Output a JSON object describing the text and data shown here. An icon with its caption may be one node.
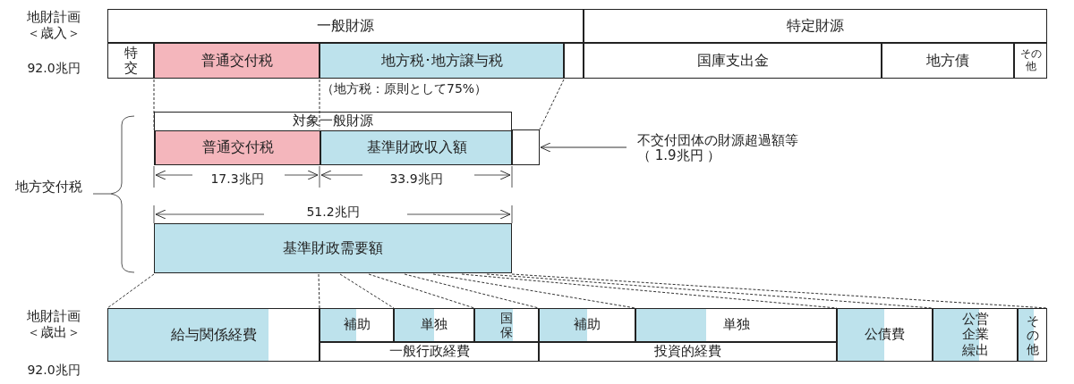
{
  "diagram": {
    "nodes": [
      {
        "text": [
          "一般財源"
        ]
      },
      {
        "text": [
          "特定財源"
        ]
      },
      {
        "text": [
          "特交"
        ]
      },
      {
        "text": [
          "普通交付税"
        ]
      },
      {
        "text": [
          "地方税･地方譲与税"
        ],
        "beside": [
          "（地方税：原則として75%）"
        ]
      },
      {
        "text": [],
        "shape": "box"
      },
      {
        "text": [
          "国庫支出金"
        ]
      },
      {
        "text": [
          "地方債"
        ]
      },
      {
        "text": [
          "その他"
        ]
      },
      {
        "text": [
          "対象一般財源"
        ]
      },
      {
        "text": [
          "普通交付税"
        ],
        "in": 9
      },
      {
        "text": [
          "基準財政収入額"
        ],
        "in": 9
      },
      {
        "text": [],
        "shape": "box"
      },
      {
        "text": [
          "不交付団体の財源超過額等（ 1.9兆円 ）"
        ]
      },
      {
        "text": [
          "基準財政需要額"
        ]
      },
      {
        "text": [
          "給与関係経費"
        ]
      },
      {
        "text": [
          "補助"
        ]
      },
      {
        "text": [
          "単独"
        ]
      },
      {
        "text": [
          "国保"
        ]
      },
      {
        "text": [
          "補助"
        ]
      },
      {
        "text": [
          "単独"
        ]
      },
      {
        "text": [
          "公債費"
        ]
      },
      {
        "text": [
          "公営企業繰出"
        ]
      },
      {
        "text": [
          "その他"
        ]
      },
      {
        "text": [
          "一般行政経費"
        ]
      },
      {
        "text": [
          "投資的経費"
        ]
      }
    ],
    "edges": [
      {
        "from": 3,
        "to": 10,
        "arrow": "none",
        "style": "dashed"
      },
      {
        "from": 4,
        "to": 11,
        "arrow": "none",
        "style": "dashed"
      },
      {
        "from": 4,
        "to": 12,
        "arrow": "none",
        "style": "dashed"
      },
      {
        "from": 13,
        "to": 12,
        "arrow": "to"
      },
      {
        "from": 14,
        "to": 15,
        "arrow": "none",
        "style": "dashed"
      },
      {
        "from": 14,
        "to": 16,
        "arrow": "none",
        "style": "dashed"
      },
      {
        "from": 14,
        "to": 17,
        "arrow": "none",
        "style": "dashed"
      },
      {
        "from": 14,
        "to": 18,
        "arrow": "none",
        "style": "dashed"
      },
      {
        "from": 14,
        "to": 19,
        "arrow": "none",
        "style": "dashed"
      },
      {
        "from": 14,
        "to": 20,
        "arrow": "none",
        "style": "dashed"
      },
      {
        "from": 14,
        "to": 21,
        "arrow": "none",
        "style": "dashed"
      },
      {
        "from": 14,
        "to": 22,
        "arrow": "none",
        "style": "dashed"
      },
      {
        "from": 14,
        "to": 23,
        "arrow": "none",
        "style": "dashed"
      }
    ],
    "labels": [
      "地財計画＜歳入＞",
      "92.0兆円",
      "地方交付税",
      "17.3兆円",
      "33.9兆円",
      "51.2兆円",
      "地財計画＜歳出＞",
      "92.0兆円"
    ]
  }
}
